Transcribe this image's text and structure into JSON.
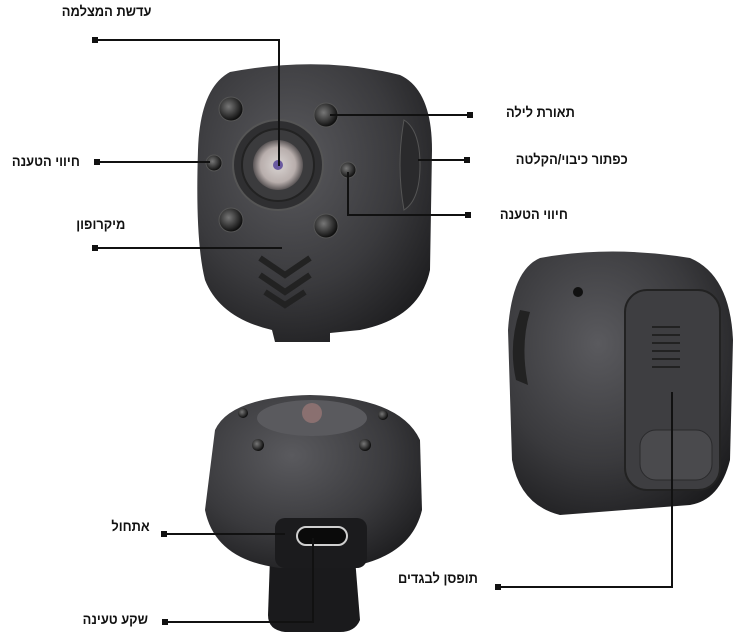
{
  "labels": {
    "camera_lens": "עדשת המצלמה",
    "night_vision": "תאורת לילה",
    "power_record_button": "כפתור כיבוי/הקלטה",
    "charging_indicator_right": "חיווי הטענה",
    "charging_indicator_left": "חיווי הטענה",
    "microphone": "מיקרופון",
    "reset": "אתחול",
    "charging_port": "שקע טעינה",
    "clothing_clip": "תופסן לבגדים"
  },
  "colors": {
    "body": "#3a3a3c",
    "leader_line": "#111111",
    "lens_ring": "#b0404a"
  }
}
